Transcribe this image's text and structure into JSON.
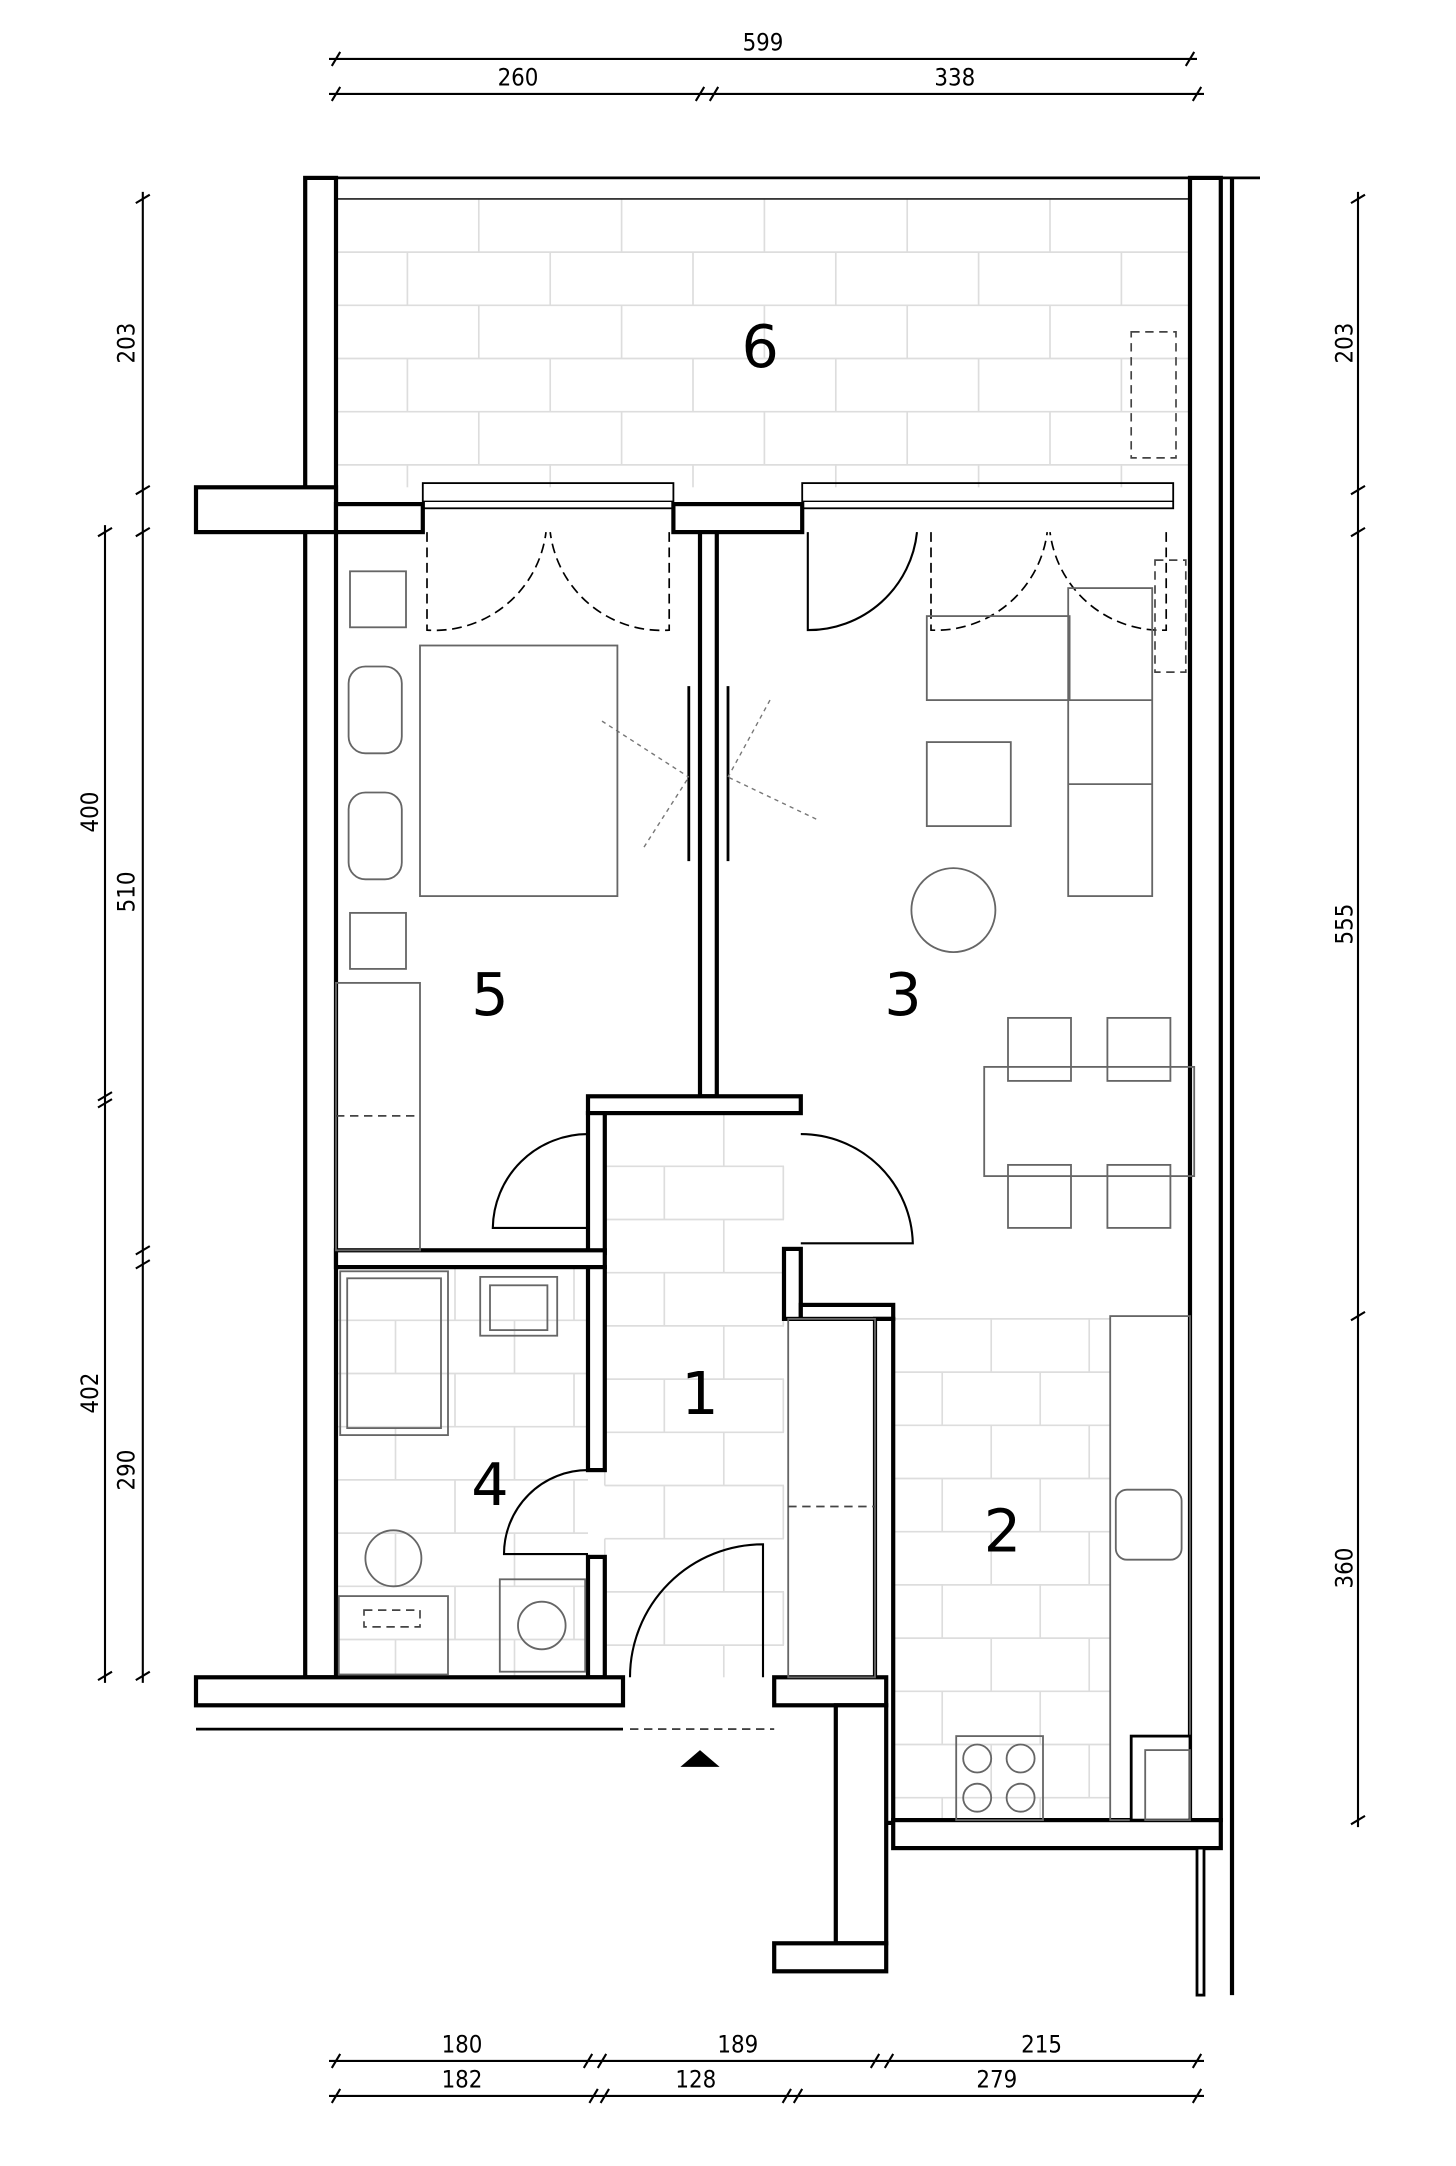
{
  "rooms": [
    {
      "number": "1"
    },
    {
      "number": "2"
    },
    {
      "number": "3"
    },
    {
      "number": "4"
    },
    {
      "number": "5"
    },
    {
      "number": "6"
    }
  ],
  "dimensions": {
    "top": {
      "total": "599",
      "left": "260",
      "right": "338"
    },
    "left_outer": {
      "top": "203",
      "a": "400",
      "b": "402"
    },
    "left_inner": {
      "a": "510",
      "b": "290"
    },
    "right": {
      "top": "203",
      "a": "555",
      "b": "360"
    },
    "bottom_row1": [
      "180",
      "189",
      "215"
    ],
    "bottom_row2": [
      "182",
      "128",
      "279"
    ]
  }
}
